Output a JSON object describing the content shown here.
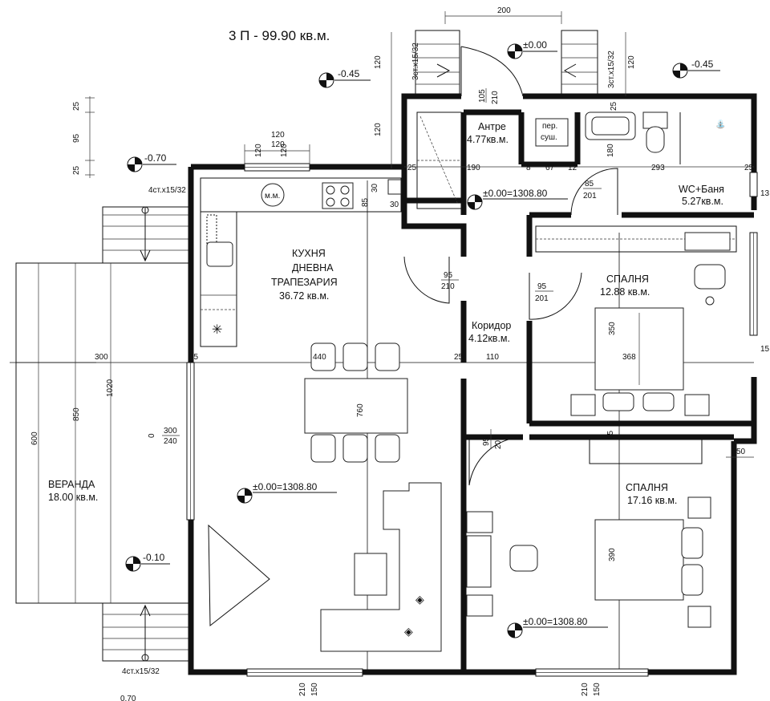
{
  "title": "3 П - 99.90 кв.м.",
  "rooms": {
    "antre": {
      "name": "Антре",
      "area": "4.77кв.м."
    },
    "wc": {
      "name": "WC+Баня",
      "area": "5.27кв.м."
    },
    "kitchen": {
      "line1": "КУХНЯ",
      "line2": "ДНЕВНА",
      "line3": "ТРАПЕЗАРИЯ",
      "area": "36.72 кв.м."
    },
    "bedroom1": {
      "name": "СПАЛНЯ",
      "area": "12.88 кв.м."
    },
    "corridor": {
      "name": "Коридор",
      "area": "4.12кв.м."
    },
    "bedroom2": {
      "name": "СПАЛНЯ",
      "area": "17.16 кв.м."
    },
    "veranda": {
      "name": "ВЕРАНДА",
      "area": "18.00 кв.м."
    }
  },
  "levels": {
    "entry": "±0.00",
    "top_left": "-0.45",
    "top_right": "-0.45",
    "left_top": "-0.70",
    "left_bottom": "-0.10",
    "antre": "±0.00=1308.80",
    "living": "±0.00=1308.80",
    "bedroom2": "±0.00=1308.80"
  },
  "stairs": {
    "left_top": "4ст.х15/32",
    "left_bottom": "4ст.х15/32",
    "top_left": "3ст.х15/32",
    "top_right": "3ст.х15/32"
  },
  "appliances": {
    "washer": "м.м.",
    "heater_line1": "пер.",
    "heater_line2": "суш."
  },
  "doors": {
    "entry": {
      "w": "105",
      "h": "210"
    },
    "bath": {
      "w": "85",
      "h": "201"
    },
    "kitchen": {
      "w": "95",
      "h": "210"
    },
    "bedroom1": {
      "w": "95",
      "h": "201"
    },
    "bedroom2": {
      "w": "95",
      "h": "201"
    }
  },
  "dimensions": {
    "top_200": "200",
    "left_25a": "25",
    "left_95": "95",
    "left_25b": "25",
    "vert_120a": "120",
    "vert_120b": "120",
    "vert_120c": "120",
    "kitchen_120a": "120",
    "kitchen_120b": "120",
    "d25_top": "25",
    "d25_wc": "25",
    "d25_right": "25",
    "d190": "190",
    "d8": "8",
    "d67": "67",
    "d12": "12",
    "d293": "293",
    "d180": "180",
    "d30a": "30",
    "d30b": "30",
    "d85": "85",
    "d300": "300",
    "d25_mid": "25",
    "d440": "440",
    "d25_corr": "25",
    "d110": "110",
    "d368": "368",
    "d350": "350",
    "d760": "760",
    "d1020": "1020",
    "d850": "850",
    "d600": "600",
    "d0": "0",
    "d300b": "300",
    "d240": "240",
    "d25_br": "25",
    "d50": "50",
    "d390": "390",
    "b210a": "210",
    "b150a": "150",
    "b210b": "210",
    "b150b": "150",
    "r13": "13",
    "r15": "15",
    "b_070": "0.70"
  }
}
